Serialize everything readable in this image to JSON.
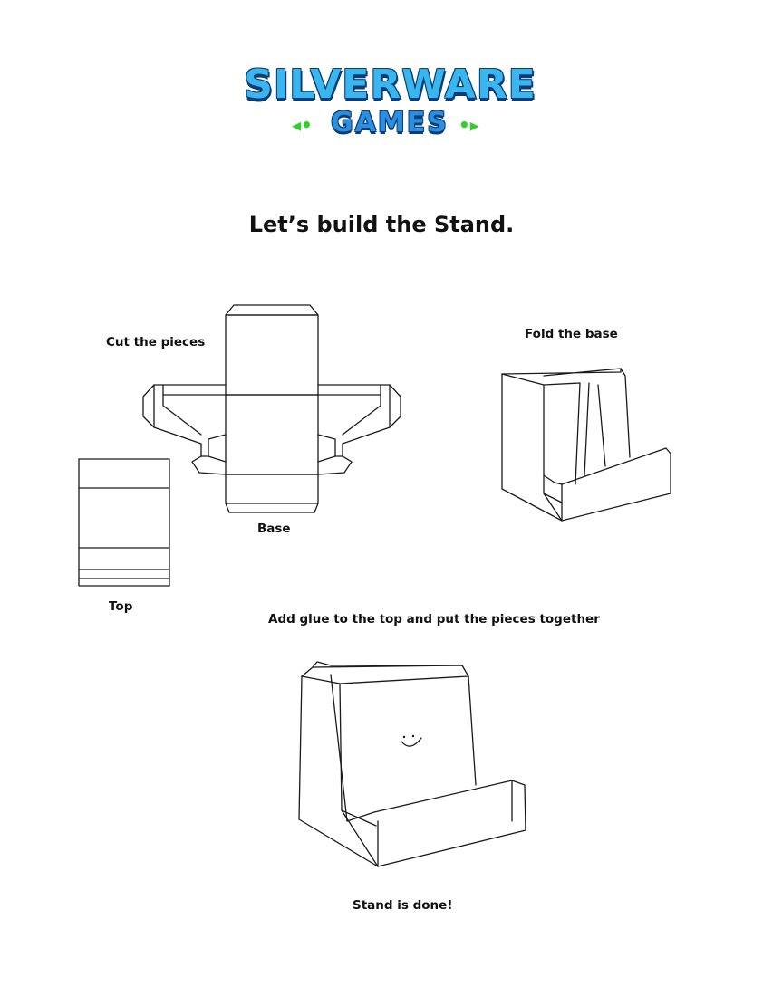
{
  "logo": {
    "line1": "SILVERWARE",
    "line2": "GAMES",
    "accent_color": "#3ab6ef",
    "outline_color": "#0a3d7a",
    "arrow_color": "#2ed12a"
  },
  "title": "Let’s build the Stand.",
  "steps": {
    "cut": "Cut the pieces",
    "fold": "Fold the base",
    "base_label": "Base",
    "top_label": "Top",
    "glue": "Add glue to the top and put the pieces together",
    "done": "Stand is done!"
  }
}
